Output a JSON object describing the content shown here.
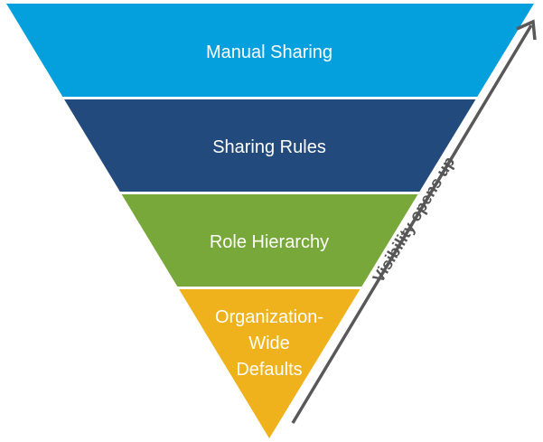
{
  "diagram": {
    "type": "inverted-pyramid",
    "layers": [
      {
        "label_lines": [
          "Manual Sharing"
        ],
        "color": "#049FDD"
      },
      {
        "label_lines": [
          "Sharing Rules"
        ],
        "color": "#234A7C"
      },
      {
        "label_lines": [
          "Role Hierarchy"
        ],
        "color": "#77A839"
      },
      {
        "label_lines": [
          "Organization-",
          "Wide",
          "Defaults"
        ],
        "color": "#EFB21C"
      }
    ],
    "arrow": {
      "label": "Visibility opens up",
      "direction": "up",
      "color": "#595959"
    }
  }
}
